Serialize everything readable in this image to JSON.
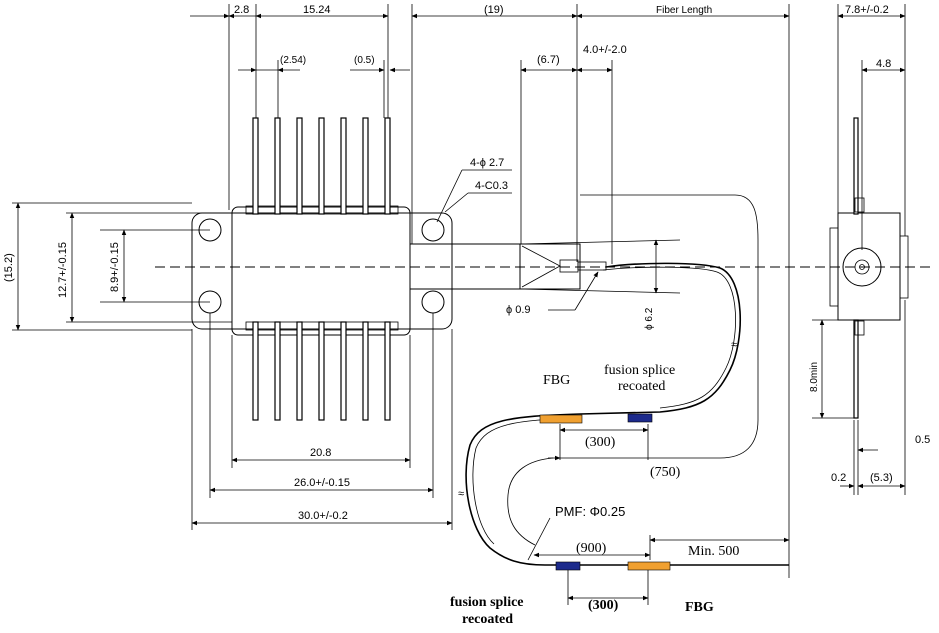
{
  "top_dims": {
    "d_2_8": "2.8",
    "d_15_24": "15.24",
    "d_19": "(19)",
    "fiber_length": "Fiber Length",
    "d_2_54": "(2.54)",
    "d_0_5": "(0.5)",
    "d_6_7": "(6.7)",
    "d_4_0": "4.0+/-2.0"
  },
  "body_dims": {
    "hole": "4-ϕ 2.7",
    "chamfer": "4-C0.3",
    "d_15_2": "(15.2)",
    "d_12_7": "12.7+/-0.15",
    "d_8_9": "8.9+/-0.15",
    "d_0_9": "ϕ 0.9",
    "d_6_2": "ϕ 6.2",
    "d_20_8": "20.8",
    "d_26_0": "26.0+/-0.15",
    "d_30_0": "30.0+/-0.2"
  },
  "fiber": {
    "fbg_top": "FBG",
    "splice_top_1": "fusion splice",
    "splice_top_2": "recoated",
    "d_300_top": "(300)",
    "d_750": "(750)",
    "pmf": "PMF: Φ0.25",
    "d_900": "(900)",
    "min_500": "Min. 500",
    "splice_bot_1": "fusion splice",
    "splice_bot_2": "recoated",
    "d_300_bot": "(300)",
    "fbg_bot": "FBG"
  },
  "side_dims": {
    "d_7_8": "7.8+/-0.2",
    "d_4_8": "4.8",
    "d_8_0min": "8.0min",
    "d_0_5": "0.5",
    "d_0_2": "0.2",
    "d_5_3": "(5.3)"
  },
  "colors": {
    "fbg": "#f0a030",
    "splice": "#1c2a8c"
  }
}
